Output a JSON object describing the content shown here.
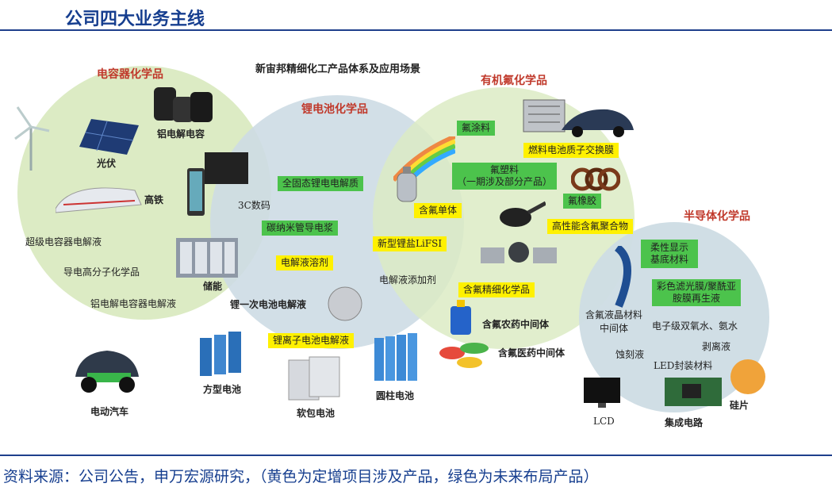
{
  "header": {
    "title": "公司四大业务主线"
  },
  "diagram": {
    "main_title": "新宙邦精细化工产品体系及应用场景",
    "categories": {
      "capacitor": "电容器化学品",
      "lithium": "锂电池化学品",
      "fluorine": "有机氟化学品",
      "semi": "半导体化学品"
    },
    "labels": {
      "alu_cap": "铝电解电容",
      "solar": "光伏",
      "rail": "高铁",
      "digital": "3C数码",
      "sc_electrolyte": "超级电容器电解液",
      "polymer": "导电高分子化学品",
      "alu_electrolyte": "铝电解电容器电解液",
      "storage": "储能",
      "primary": "锂一次电池电解液",
      "additive": "电解液添加剂",
      "ev": "电动汽车",
      "square": "方型电池",
      "pouch": "软包电池",
      "cyl": "圆柱电池",
      "agro": "含氟农药中间体",
      "pharma": "含氟医药中间体",
      "lc_material": "含氟液晶材料中间体",
      "acid": "电子级双氧水、氨水",
      "stripper": "剥离液",
      "etch": "蚀刻液",
      "led": "LED封装材料",
      "lcd": "LCD",
      "ic": "集成电路",
      "wafer": "硅片"
    },
    "yellow": {
      "electrolyte_solvent": "电解液溶剂",
      "li_ion": "锂离子电池电解液",
      "lifsi": "新型锂盐LiFSI",
      "monomer": "含氟单体",
      "fuel_cell": "燃料电池质子交换膜",
      "fine_chem": "含氟精细化学品",
      "high_perf": "高性能含氟聚合物"
    },
    "green": {
      "solid_state": "全固态锂电电解质",
      "cnt": "碳纳米管导电浆",
      "coating": "氟涂料",
      "plastic": "氟塑料\n（一期涉及部分产品）",
      "rubber": "氟橡胶",
      "flexible": "柔性显示\n基底材料",
      "color_filter": "彩色滤光膜/聚酰亚\n胺膜再生液"
    },
    "colors": {
      "circle_green": "#dcebc4",
      "circle_blue": "#d3dde3",
      "yellow": "#fff100",
      "green": "#4cc34c",
      "title": "#163e8f",
      "category": "#c0392b"
    }
  },
  "footer": {
    "source": "资料来源：公司公告，申万宏源研究，（黄色为定增项目涉及产品，绿色为未来布局产品）"
  }
}
